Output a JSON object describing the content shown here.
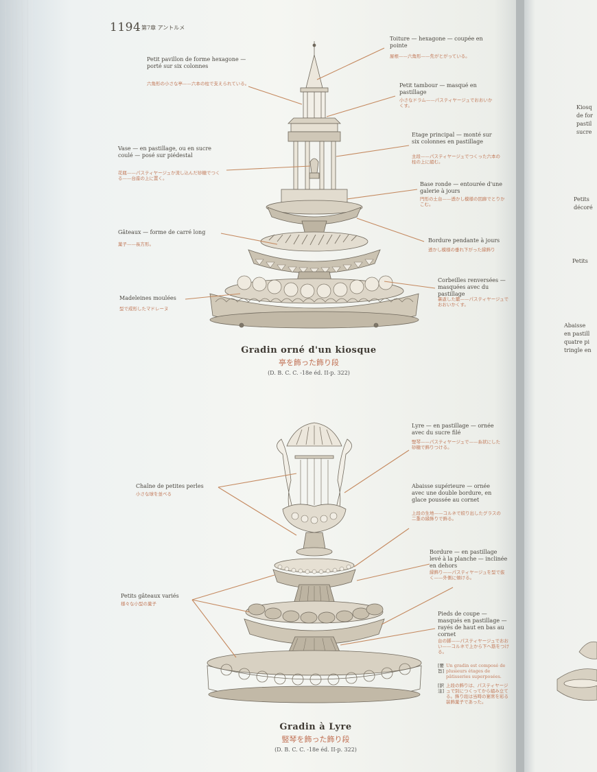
{
  "page": {
    "number": "1194",
    "chapter": "第7章 アントルメ"
  },
  "figure1": {
    "title": "Gradin orné d'un kiosque",
    "title_jp": "亭を飾った飾り段",
    "reference": "(D. B. C. C. -18e éd. II-p. 322)",
    "labels": [
      {
        "fr": "Petit pavillon de forme hexagone — porté sur six colonnes",
        "jp": "六角形の小さな亭——六本の柱で支えられている。"
      },
      {
        "fr": "Toiture — hexagone — coupée en pointe",
        "jp": "屋根——六角形——先がとがっている。"
      },
      {
        "fr": "Petit tambour — masqué en pastillage",
        "jp": "小さなドラム——パスティヤージュでおおいかくす。"
      },
      {
        "fr": "Vase — en pastillage, ou en sucre coulé — posé sur piédestal",
        "jp": "花瓶——パスティヤージュか流し込んだ砂糖でつくる——台座の上に置く。"
      },
      {
        "fr": "Etage principal — monté sur six colonnes en pastillage",
        "jp": "主段——パスティヤージュでつくった六本の柱の上に組む。"
      },
      {
        "fr": "Base ronde — entourée d'une galerie à jours",
        "jp": "円形の土台——透かし模様の回廊でとりかこむ。"
      },
      {
        "fr": "Gâteaux — forme de carré long",
        "jp": "菓子——長方形。"
      },
      {
        "fr": "Bordure pendante à jours",
        "jp": "透かし模様の垂れ下がった縁飾り"
      },
      {
        "fr": "Madeleines moulées",
        "jp": "型で成形したマドレーヌ"
      },
      {
        "fr": "Corbeilles renversées — masquées avec du pastillage",
        "jp": "裏返した籠——パスティヤージュでおおいかくす。"
      }
    ]
  },
  "figure2": {
    "title": "Gradin à Lyre",
    "title_jp": "竪琴を飾った飾り段",
    "reference": "(D. B. C. C. -18e éd. II-p. 322)",
    "labels": [
      {
        "fr": "Lyre — en pastillage — ornée avec du sucre filé",
        "jp": "竪琴——パスティヤージュで——糸状にした砂糖で飾りつける。"
      },
      {
        "fr": "Chaîne de petites perles",
        "jp": "小さな球を並べる"
      },
      {
        "fr": "Abaisse supérieure — ornée avec une double bordure, en glace poussée au cornet",
        "jp": "上段の生地——コルネで絞り出したグラスの二重の縁飾りで飾る。"
      },
      {
        "fr": "Bordure — en pastillage levé à la planche — inclinée en dehors",
        "jp": "縁飾り——パスティヤージュを型で抜く——外側に傾ける。"
      },
      {
        "fr": "Petits gâteaux variés",
        "jp": "様々な小型の菓子"
      },
      {
        "fr": "Pieds de coupe — masqués en pastillage — rayés de haut en bas au cornet",
        "jp": "台の脚——パスティヤージュでおおい——コルネで上から下へ筋をつける。"
      }
    ],
    "notes": [
      {
        "tag": "[要旨]",
        "text": "Un gradin est composé de plusieurs étages de pâtisseries superposées."
      },
      {
        "tag": "[訳注]",
        "text": "上段の飾りは、パスティヤージュで別につくってから組み立てる。飾り段は当時の宴席を彩る装飾菓子であった。"
      }
    ]
  },
  "right_page": {
    "fragments": [
      "Kiosq",
      "de for",
      "pastil",
      "sucre",
      "Petits",
      "décoré",
      "Petits",
      "Abaisse",
      "en pastill",
      "quatre pi",
      "tringle en"
    ]
  },
  "colors": {
    "paper": "#f3f5f2",
    "ink": "#4a463f",
    "japanese_ink": "#c27a5a",
    "leader_line": "#c4885e"
  }
}
